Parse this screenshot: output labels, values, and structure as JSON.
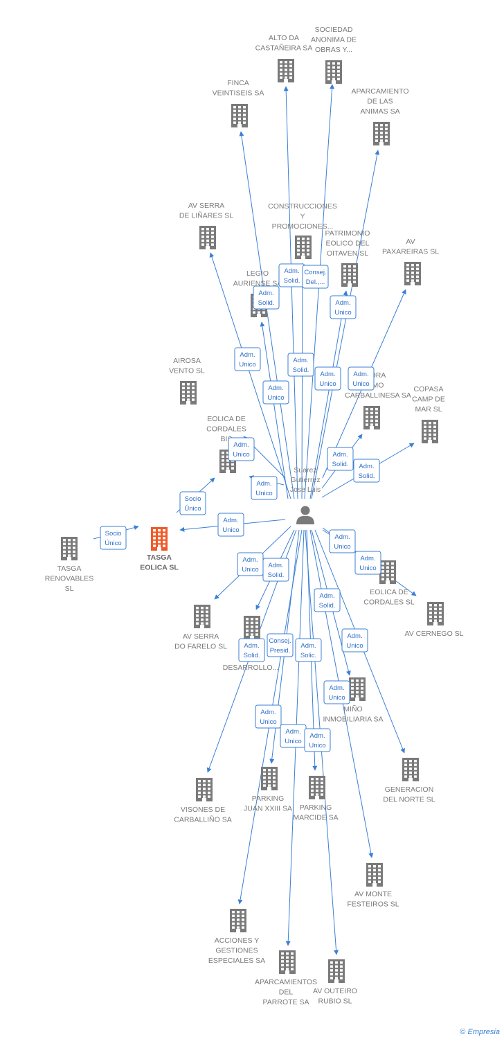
{
  "colors": {
    "edge": "#3a7fd5",
    "node": "#7a7a7a",
    "main_node": "#f05a28",
    "person": "#7a7a7a"
  },
  "person": {
    "label": [
      "Suarez",
      "Gutierrez",
      "Jose Luis"
    ],
    "icon": "person-icon"
  },
  "nodes": [
    {
      "id": "tasga",
      "label": [
        "TASGA",
        "EOLICA SL"
      ],
      "main": true
    },
    {
      "id": "tasga_renov",
      "label": [
        "TASGA",
        "RENOVABLES",
        "SL"
      ]
    },
    {
      "id": "alto_castaneira",
      "label": [
        "ALTO DA",
        "CASTAÑEIRA SA"
      ]
    },
    {
      "id": "sociedad_anonima",
      "label": [
        "SOCIEDAD",
        "ANONIMA DE",
        "OBRAS Y..."
      ]
    },
    {
      "id": "finca",
      "label": [
        "FINCA",
        "VEINTISEIS SA"
      ]
    },
    {
      "id": "aparcamiento_animas",
      "label": [
        "APARCAMIENTO",
        "DE LAS",
        "ANIMAS SA"
      ]
    },
    {
      "id": "av_serra_linares",
      "label": [
        "AV SERRA",
        "DE LIÑARES SL"
      ]
    },
    {
      "id": "construcciones",
      "label": [
        "CONSTRUCCIONES",
        "Y",
        "PROMOCIONES..."
      ]
    },
    {
      "id": "patrimonio",
      "label": [
        "PATRIMONIO",
        "EOLICO DEL",
        "OITAVEN SL"
      ]
    },
    {
      "id": "av_paxareiras",
      "label": [
        "AV",
        "PAXAREIRAS SL"
      ]
    },
    {
      "id": "legio",
      "label": [
        "LEGIO",
        "AURIENSE SA"
      ]
    },
    {
      "id": "airosa",
      "label": [
        "AIROSA",
        "VENTO SL"
      ]
    },
    {
      "id": "carballinesa",
      "label": [
        "ORA",
        "MO",
        "CARBALLINESA SA"
      ]
    },
    {
      "id": "copasa",
      "label": [
        "COPASA",
        "CAMP DE",
        "MAR SL"
      ]
    },
    {
      "id": "eolica_cordales_bis",
      "label": [
        "EOLICA DE",
        "CORDALES",
        "BIS"
      ]
    },
    {
      "id": "eolica_cordales",
      "label": [
        "EOLICA DE",
        "CORDALES SL"
      ]
    },
    {
      "id": "av_cernego",
      "label": [
        "AV CERNEGO SL"
      ]
    },
    {
      "id": "av_serra_farelo",
      "label": [
        "AV SERRA",
        "DO FARELO SL"
      ]
    },
    {
      "id": "desarrollo",
      "label": [
        "CO",
        "CA",
        "DESARROLLO..."
      ]
    },
    {
      "id": "mino",
      "label": [
        "MIÑO",
        "INMOBILIARIA SA"
      ]
    },
    {
      "id": "visones",
      "label": [
        "VISONES DE",
        "CARBALLIÑO SA"
      ]
    },
    {
      "id": "parking_juan",
      "label": [
        "PARKING",
        "JUAN XXIII SA"
      ]
    },
    {
      "id": "parking_marcide",
      "label": [
        "PARKING",
        "MARCIDE SA"
      ]
    },
    {
      "id": "generacion",
      "label": [
        "GENERACION",
        "DEL NORTE SL"
      ]
    },
    {
      "id": "av_monte",
      "label": [
        "AV MONTE",
        "FESTEIROS SL"
      ]
    },
    {
      "id": "acciones",
      "label": [
        "ACCIONES Y",
        "GESTIONES",
        "ESPECIALES SA"
      ]
    },
    {
      "id": "aparcamientos_parrote",
      "label": [
        "APARCAMIENTOS",
        "DEL",
        "PARROTE SA"
      ]
    },
    {
      "id": "av_outeiro",
      "label": [
        "AV OUTEIRO",
        "RUBIO SL"
      ]
    }
  ],
  "edges": [
    {
      "to": "tasga",
      "role": [
        "Adm.",
        "Unico"
      ]
    },
    {
      "to": "tasga",
      "role": [
        "Socio",
        "Único"
      ]
    },
    {
      "to": "tasga",
      "role": [
        "Socio",
        "Único"
      ]
    },
    {
      "to": "alto_castaneira",
      "role": [
        "Adm.",
        "Solid."
      ]
    },
    {
      "to": "sociedad_anonima",
      "role": [
        "Consej.",
        "Del.,..."
      ]
    },
    {
      "to": "finca",
      "role": [
        "Adm.",
        "Unico"
      ]
    },
    {
      "to": "aparcamiento_animas",
      "role": [
        "Adm.",
        "Unico"
      ]
    },
    {
      "to": "av_serra_linares",
      "role": [
        "Adm.",
        "Unico"
      ]
    },
    {
      "to": "construcciones",
      "role": [
        "Adm.",
        "Solid."
      ]
    },
    {
      "to": "patrimonio",
      "role": [
        "Adm.",
        "Unico"
      ]
    },
    {
      "to": "av_paxareiras",
      "role": [
        "Adm.",
        "Unico"
      ]
    },
    {
      "to": "legio",
      "role": [
        "Adm.",
        "Solid."
      ]
    },
    {
      "to": "carballinesa",
      "role": [
        "Adm.",
        "Solid."
      ]
    },
    {
      "to": "copasa",
      "role": [
        "Adm.",
        "Solid."
      ]
    },
    {
      "to": "eolica_cordales_bis",
      "role": [
        "Adm.",
        "Unico"
      ]
    },
    {
      "to": "eolica_cordales_bis",
      "role": [
        "Adm.",
        "Unico"
      ]
    },
    {
      "to": "eolica_cordales",
      "role": [
        "Adm.",
        "Unico"
      ]
    },
    {
      "to": "av_cernego",
      "role": [
        "Adm.",
        "Unico"
      ]
    },
    {
      "to": "av_serra_farelo",
      "role": [
        "Adm.",
        "Unico"
      ]
    },
    {
      "to": "desarrollo",
      "role": [
        "Adm.",
        "Solid."
      ]
    },
    {
      "to": "mino",
      "role": [
        "Adm.",
        "Solid."
      ]
    },
    {
      "to": "generacion",
      "role": [
        "Adm.",
        "Unico"
      ]
    },
    {
      "to": "visones",
      "role": [
        "Adm.",
        "Solid."
      ]
    },
    {
      "to": "parking_juan",
      "role": [
        "Consej.",
        "Presid."
      ]
    },
    {
      "to": "parking_marcide",
      "role": [
        "Adm.",
        "Solic."
      ]
    },
    {
      "to": "av_monte",
      "role": [
        "Adm.",
        "Unico"
      ]
    },
    {
      "to": "acciones",
      "role": [
        "Adm.",
        "Unico"
      ]
    },
    {
      "to": "aparcamientos_parrote",
      "role": [
        "Adm.",
        "Unico"
      ]
    },
    {
      "to": "av_outeiro",
      "role": [
        "Adm.",
        "Unico"
      ]
    }
  ],
  "footer": {
    "copyright": "©",
    "brand": "Empresia"
  }
}
